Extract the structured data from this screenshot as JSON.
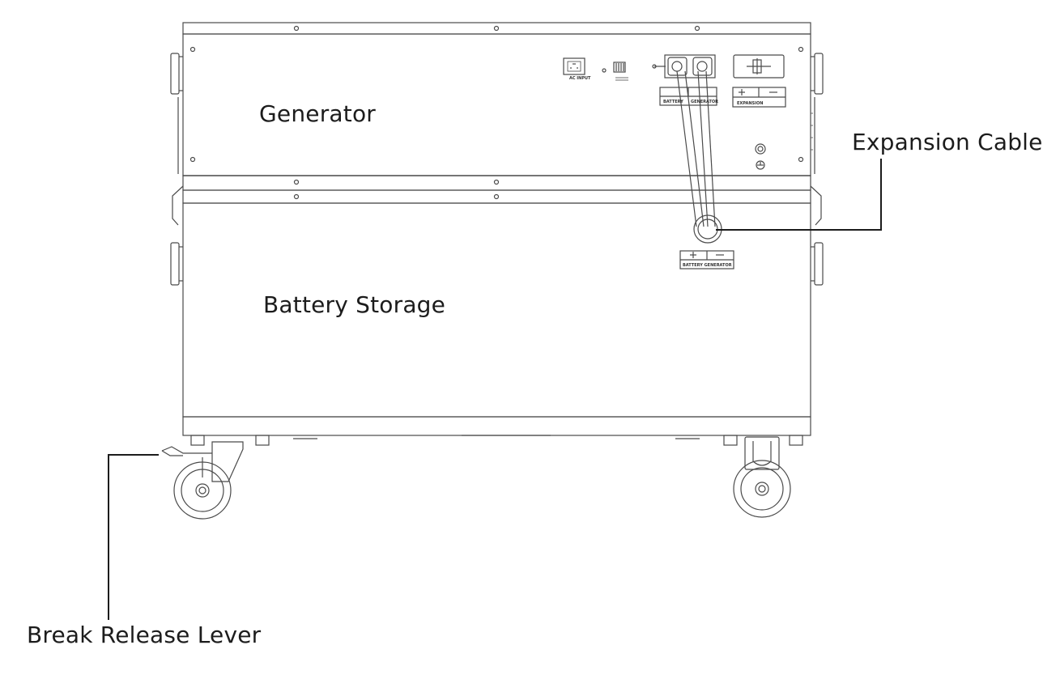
{
  "labels": {
    "generator": "Generator",
    "battery_storage": "Battery Storage",
    "expansion_cable": "Expansion Cable",
    "break_release_lever": "Break Release Lever"
  },
  "panel_markings": {
    "ac_input": "AC INPUT",
    "battery_port": "BATTERY",
    "generator_port": "GENERATOR",
    "expansion": "EXPANSION",
    "battery_generator": "BATTERY GENERATOR"
  },
  "colors": {
    "line": "#4a4a4a",
    "text": "#1c1c1c",
    "background": "#ffffff"
  }
}
